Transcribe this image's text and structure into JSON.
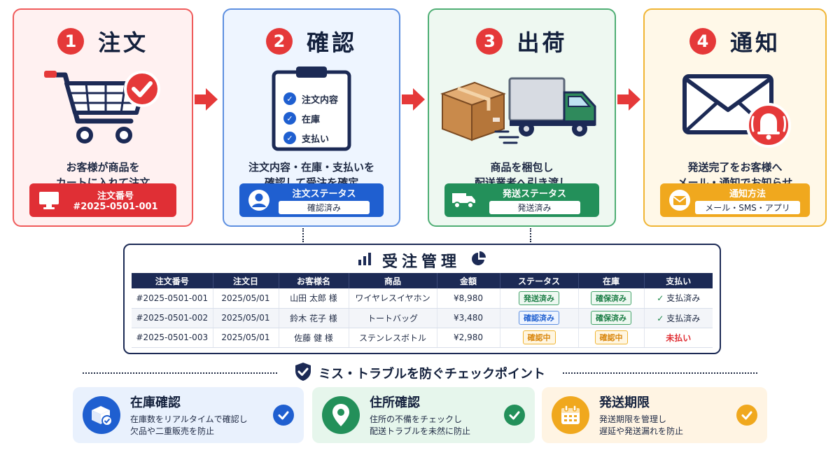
{
  "steps": [
    {
      "number": "1",
      "title": "注文",
      "desc_line1": "お客様が商品を",
      "desc_line2": "カートに入れて注文",
      "footer_label": "注文番号",
      "footer_value": "#2025-0501-001",
      "illustration": "shopping-cart-icon",
      "footer_icon": "monitor-icon"
    },
    {
      "number": "2",
      "title": "確認",
      "checklist": [
        "注文内容",
        "在庫",
        "支払い"
      ],
      "desc_line1": "注文内容・在庫・支払いを",
      "desc_line2": "確認して受注を確定",
      "footer_label": "注文ステータス",
      "footer_value": "確認済み",
      "illustration": "clipboard-checklist-icon",
      "footer_icon": "user-icon"
    },
    {
      "number": "3",
      "title": "出荷",
      "desc_line1": "商品を梱包し",
      "desc_line2": "配送業者へ引き渡し",
      "footer_label": "発送ステータス",
      "footer_value": "発送済み",
      "illustration": "box-and-truck-icon",
      "footer_icon": "truck-icon"
    },
    {
      "number": "4",
      "title": "通知",
      "desc_line1": "発送完了をお客様へ",
      "desc_line2": "メール・通知でお知らせ",
      "footer_label": "通知方法",
      "footer_value": "メール・SMS・アプリ",
      "illustration": "envelope-bell-icon",
      "footer_icon": "mail-icon"
    }
  ],
  "management": {
    "title": "受注管理",
    "columns": [
      "注文番号",
      "注文日",
      "お客様名",
      "商品",
      "金額",
      "ステータス",
      "在庫",
      "支払い"
    ],
    "rows": [
      {
        "order_no": "#2025-0501-001",
        "date": "2025/05/01",
        "customer": "山田 太郎 様",
        "product": "ワイヤレスイヤホン",
        "amount": "¥8,980",
        "status": "発送済み",
        "stock": "確保済み",
        "payment": "支払済み",
        "payment_ok": true
      },
      {
        "order_no": "#2025-0501-002",
        "date": "2025/05/01",
        "customer": "鈴木 花子 様",
        "product": "トートバッグ",
        "amount": "¥3,480",
        "status": "確認済み",
        "stock": "確保済み",
        "payment": "支払済み",
        "payment_ok": true
      },
      {
        "order_no": "#2025-0501-003",
        "date": "2025/05/01",
        "customer": "佐藤 健 様",
        "product": "ステンレスボトル",
        "amount": "¥2,980",
        "status": "確認中",
        "stock": "確認中",
        "payment": "未払い",
        "payment_ok": false
      }
    ],
    "check_mark": "✓"
  },
  "checkpoints": {
    "title": "ミス・トラブルを防ぐチェックポイント",
    "items": [
      {
        "title": "在庫確認",
        "line1": "在庫数をリアルタイムで確認し",
        "line2": "欠品や二重販売を防止",
        "icon": "box-check-icon"
      },
      {
        "title": "住所確認",
        "line1": "住所の不備をチェックし",
        "line2": "配送トラブルを未然に防止",
        "icon": "map-pin-icon"
      },
      {
        "title": "発送期限",
        "line1": "発送期限を管理し",
        "line2": "遅延や発送漏れを防止",
        "icon": "calendar-icon"
      }
    ]
  },
  "colors": {
    "red": "#e02f35",
    "blue": "#1f5fd0",
    "green": "#23905a",
    "orange": "#f0a81e",
    "navy": "#1c2a55"
  }
}
